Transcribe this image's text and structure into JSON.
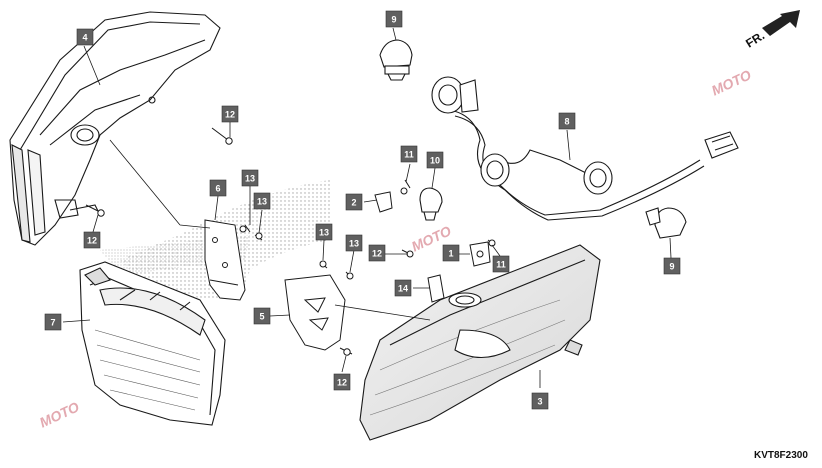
{
  "diagram_code": "KVT8F2300",
  "direction_label": "FR.",
  "watermark_text": "MOTO",
  "colors": {
    "label_box": "#606060",
    "label_text": "#ffffff",
    "line": "#1a1a1a",
    "dots": "#9a9a9a",
    "watermark": "#e3a9b0"
  },
  "callouts": [
    {
      "id": "c4",
      "text": "4"
    },
    {
      "id": "c9a",
      "text": "9"
    },
    {
      "id": "c12a",
      "text": "12"
    },
    {
      "id": "c8",
      "text": "8"
    },
    {
      "id": "c6",
      "text": "6"
    },
    {
      "id": "c13a",
      "text": "13"
    },
    {
      "id": "c13b",
      "text": "13"
    },
    {
      "id": "c11a",
      "text": "11"
    },
    {
      "id": "c10",
      "text": "10"
    },
    {
      "id": "c2",
      "text": "2"
    },
    {
      "id": "c12b",
      "text": "12"
    },
    {
      "id": "c13c",
      "text": "13"
    },
    {
      "id": "c13d",
      "text": "13"
    },
    {
      "id": "c12c",
      "text": "12"
    },
    {
      "id": "c1",
      "text": "1"
    },
    {
      "id": "c11b",
      "text": "11"
    },
    {
      "id": "c9b",
      "text": "9"
    },
    {
      "id": "c14",
      "text": "14"
    },
    {
      "id": "c7",
      "text": "7"
    },
    {
      "id": "c5",
      "text": "5"
    },
    {
      "id": "c12d",
      "text": "12"
    },
    {
      "id": "c3",
      "text": "3"
    }
  ]
}
